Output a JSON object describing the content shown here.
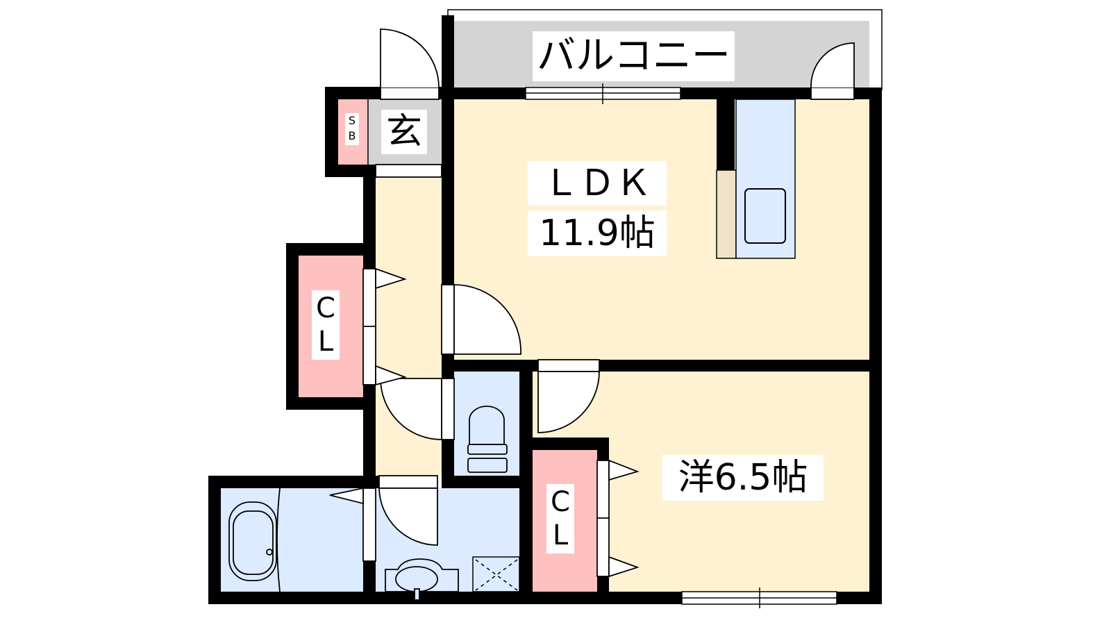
{
  "floor_plan": {
    "balcony": {
      "label": "バルコニー"
    },
    "entrance": {
      "label": "玄"
    },
    "shoe_box": {
      "label_top": "S",
      "label_bottom": "B"
    },
    "ldk": {
      "name": "ＬＤＫ",
      "size": "11.9帖"
    },
    "western_room": {
      "label": "洋6.5帖"
    },
    "closet_hall": {
      "line1": "C",
      "line2": "L"
    },
    "closet_room": {
      "line1": "C",
      "line2": "L"
    }
  },
  "colors": {
    "room": "#FFF2D2",
    "wet": "#DCEBFF",
    "closet": "#FFC0C0",
    "entrance": "#D4D4D4",
    "kitchen_side": "#F0E2C8",
    "wall": "#000000"
  }
}
